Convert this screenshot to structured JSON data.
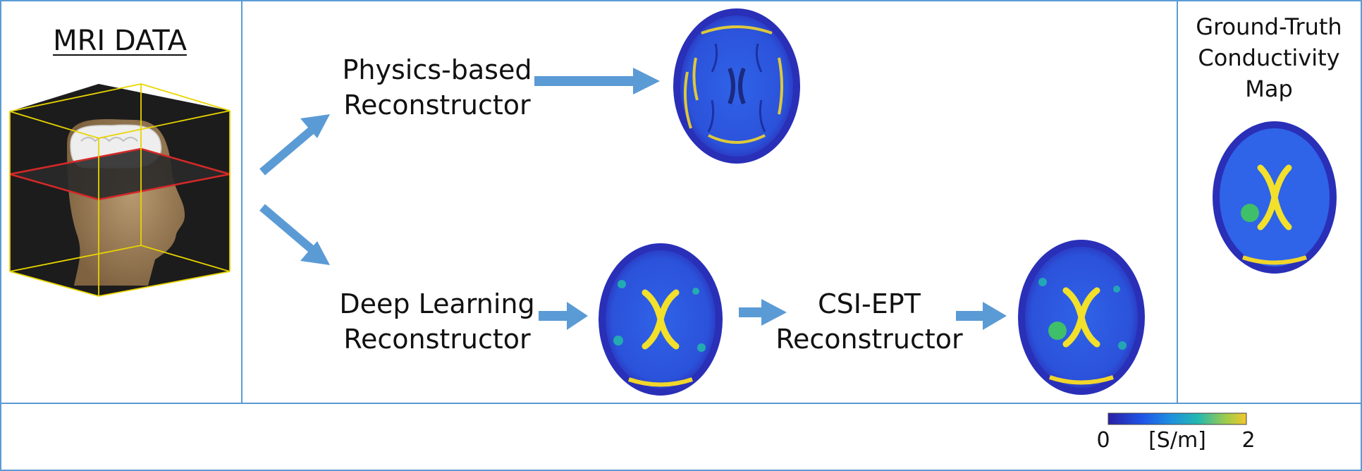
{
  "mri_panel": {
    "title": "MRI DATA"
  },
  "pipeline": {
    "physics_label_line1": "Physics-based",
    "physics_label_line2": "Reconstructor",
    "deep_label_line1": "Deep Learning",
    "deep_label_line2": "Reconstructor",
    "csi_label_line1": "CSI-EPT",
    "csi_label_line2": "Reconstructor"
  },
  "ground_truth": {
    "title_line1": "Ground-Truth",
    "title_line2": "Conductivity",
    "title_line3": "Map"
  },
  "colorbar": {
    "min_label": "0",
    "unit_label": "[S/m]",
    "max_label": "2",
    "min_value": 0,
    "max_value": 2,
    "colors": [
      "#2a1fa6",
      "#1f55e8",
      "#1e8fe0",
      "#23b8b0",
      "#9ecb4a",
      "#f2c72c"
    ]
  },
  "colors": {
    "frame": "#5b9bd5",
    "arrow": "#5b9bd5",
    "cube_edge": "#e8d400",
    "slice_plane": "#d62828",
    "brain_base": "#2f56e0",
    "brain_rim": "#2a1fa6",
    "brain_hot": "#f2e02a",
    "lesion": "#3fbf6a"
  }
}
